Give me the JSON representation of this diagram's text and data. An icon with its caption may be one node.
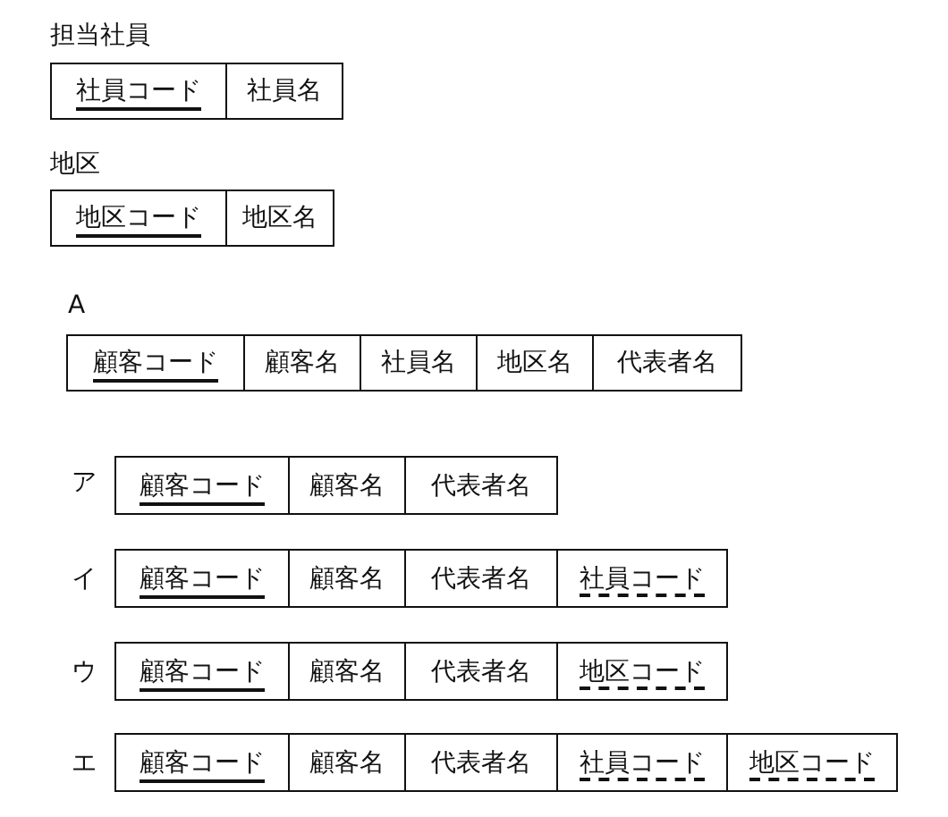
{
  "diagram": {
    "labels": [
      "担当社員",
      "社員コード",
      "社員名",
      "地区",
      "地区コード",
      "地区名",
      "A",
      "顧客コード",
      "顧客名",
      "社員名",
      "地区名",
      "代表者名",
      "ア",
      "顧客コード",
      "顧客名",
      "代表者名",
      "イ",
      "顧客コード",
      "顧客名",
      "代表者名",
      "社員コード",
      "ウ",
      "顧客コード",
      "顧客名",
      "代表者名",
      "地区コード",
      "エ",
      "顧客コード",
      "顧客名",
      "代表者名",
      "社員コード",
      "地区コード"
    ]
  }
}
